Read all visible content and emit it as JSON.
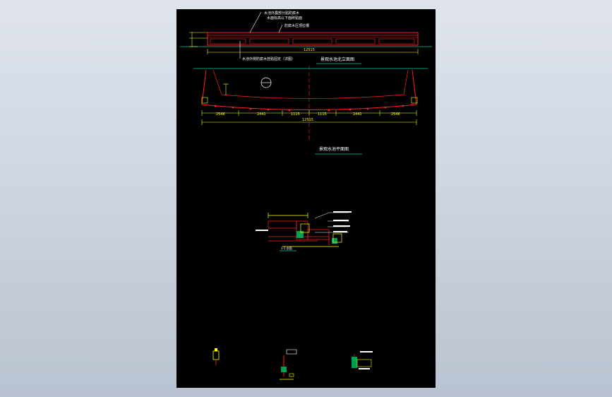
{
  "colors": {
    "background": "#d3d9e3",
    "sheet": "#000000",
    "structure": "#ff2020",
    "dimension": "#ffff00",
    "annotation": "#ffffff",
    "grade_line": "#00c8a0",
    "title_underline": "#00c8a0"
  },
  "elevation": {
    "title": "景观水池北立面图",
    "note_top_1": "水池外露部分贴防腐木",
    "note_top_2": "水面标高以下面砖贴面",
    "note_mid": "防腐木压顶拉槽",
    "note_bottom": "水池外侧防腐木挂贴固定（详图）",
    "total_dim": "12515"
  },
  "plan": {
    "title": "景观水池平面图",
    "segment_dims": [
      "2546",
      "2441",
      "1115",
      "1115",
      "2441",
      "2546"
    ],
    "total_dim": "12515"
  },
  "detail": {
    "label": "1-1 剖面"
  }
}
